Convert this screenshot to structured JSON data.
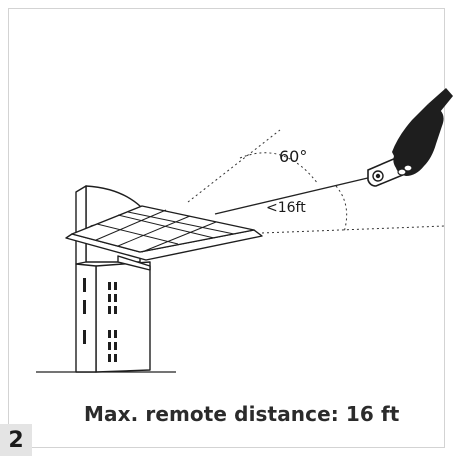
{
  "diagram": {
    "angle_label": "60°",
    "distance_label": "<16ft",
    "caption": "Max. remote distance: 16 ft",
    "step_number": "2"
  },
  "icons": {
    "hand": "hand-holding-remote-icon",
    "stand": "tv-stand-with-shelf-icon"
  }
}
